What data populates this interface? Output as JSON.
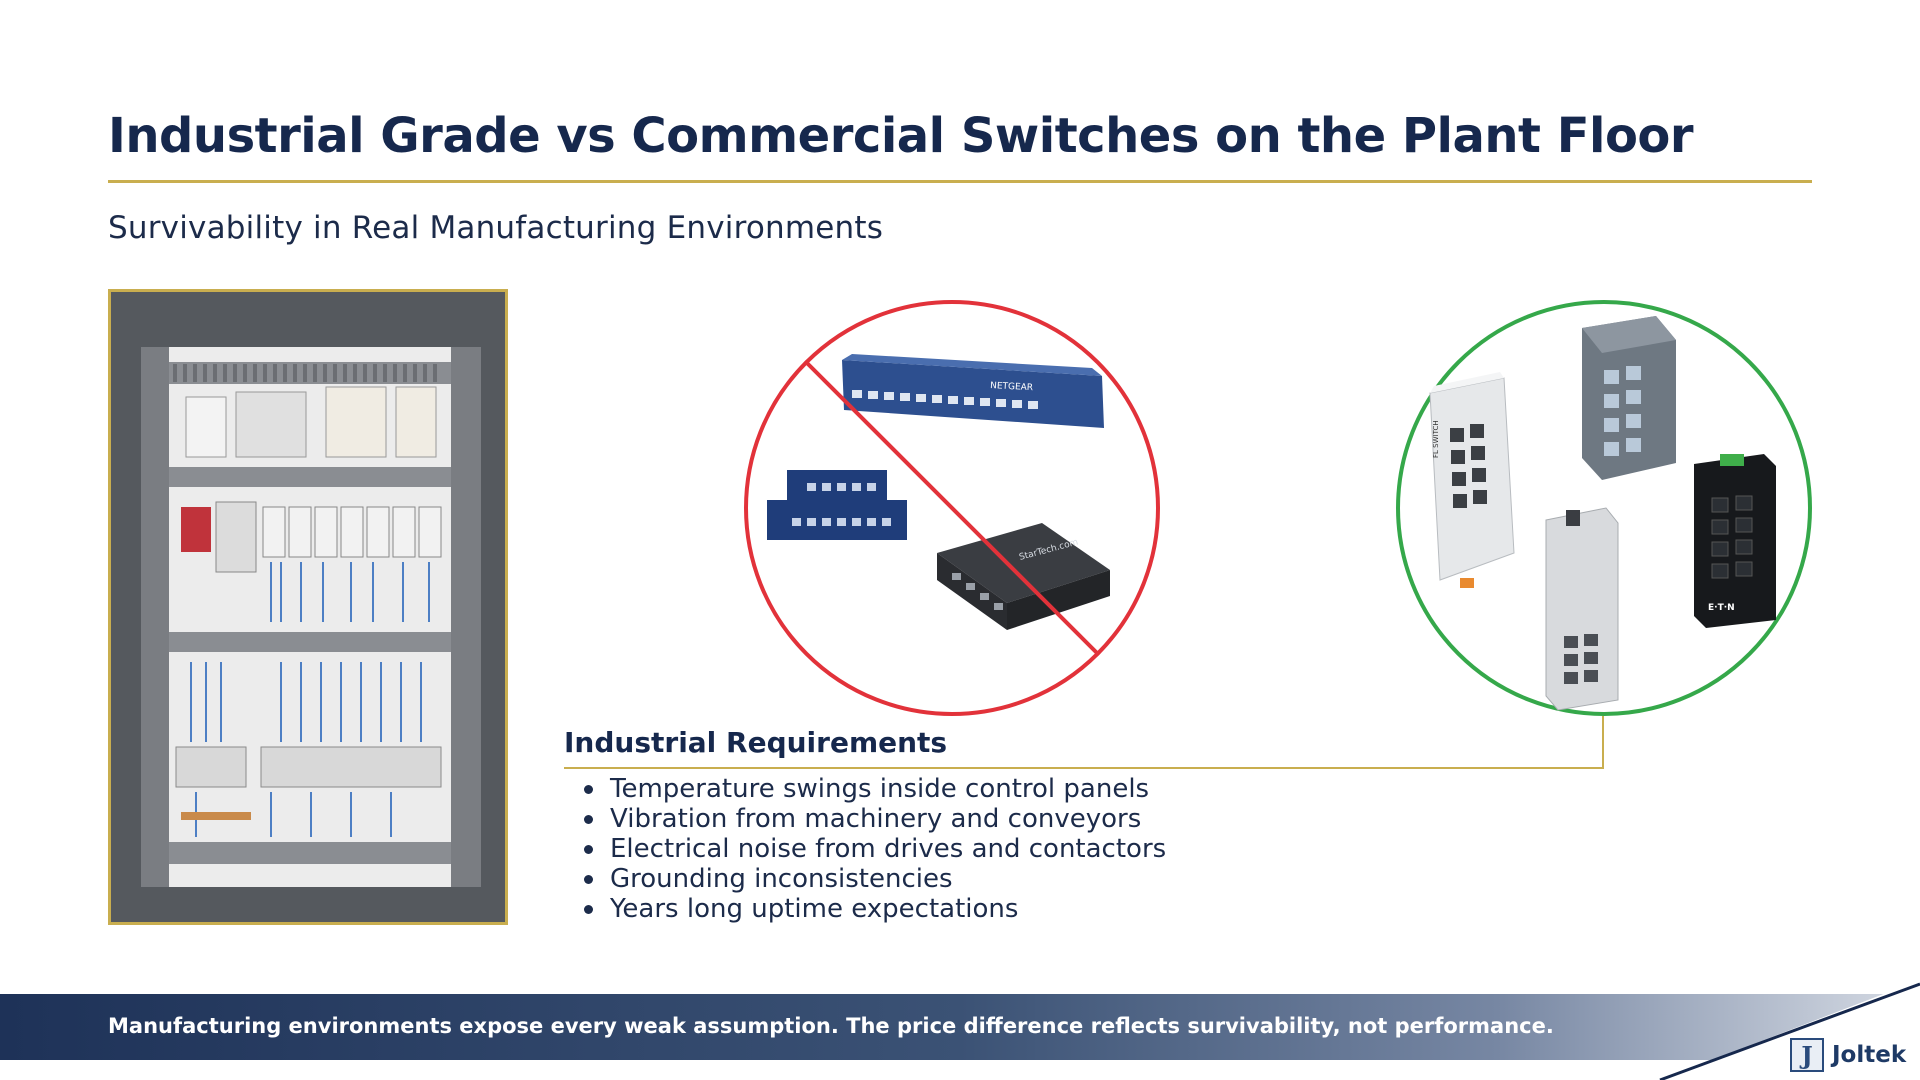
{
  "slide": {
    "title": "Industrial Grade vs Commercial Switches on the Plant Floor",
    "subtitle": "Survivability in Real Manufacturing Environments"
  },
  "requirements": {
    "heading": "Industrial Requirements",
    "items": [
      "Temperature swings inside control panels",
      "Vibration from machinery and conveyors",
      "Electrical noise from drives and contactors",
      "Grounding inconsistencies",
      "Years long uptime expectations"
    ]
  },
  "footer": {
    "message": "Manufacturing environments expose every weak assumption. The price difference reflects survivability, not performance."
  },
  "logo": {
    "mark": "J",
    "name": "Joltek"
  },
  "product_labels": {
    "netgear": "NETGEAR",
    "startech": "StarTech.com",
    "phoenix": "FL SWITCH",
    "eaton": "E·T·N"
  },
  "colors": {
    "accent_gold": "#c9ae4f",
    "title_navy": "#16284d",
    "prohibited_red": "#e2323a",
    "approved_green": "#35a84a"
  }
}
